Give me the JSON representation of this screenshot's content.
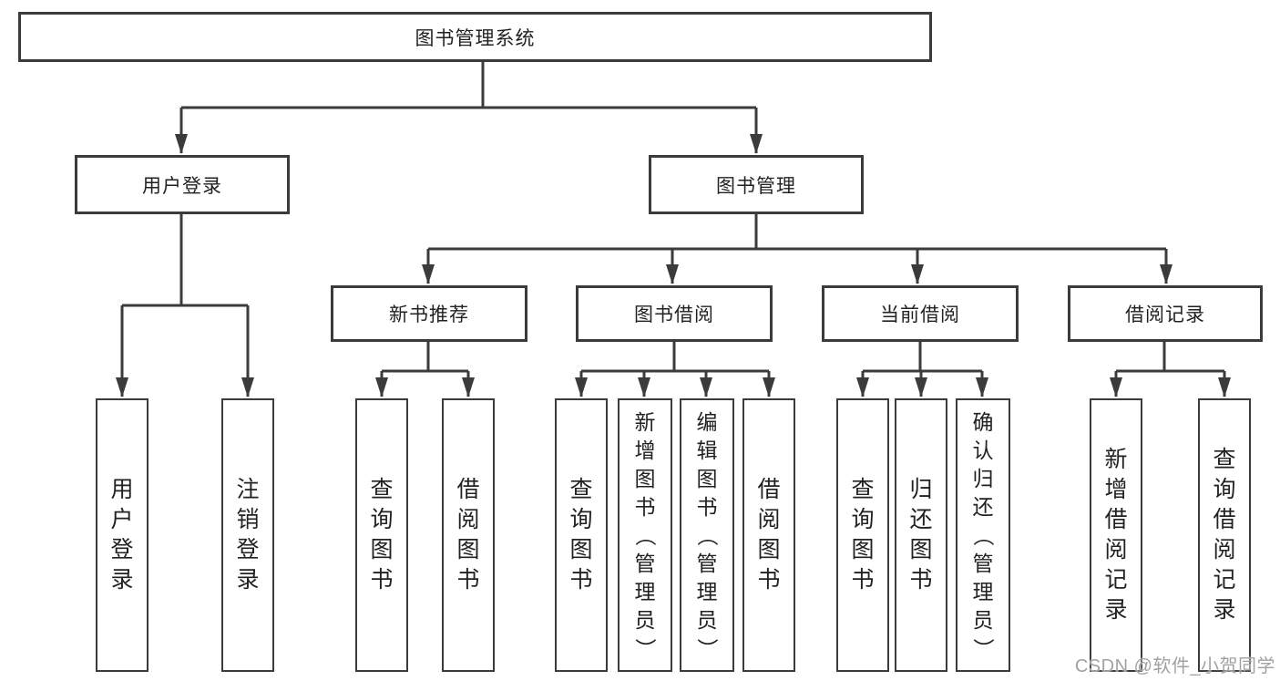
{
  "root": {
    "label": "图书管理系统"
  },
  "level2": [
    {
      "label": "用户登录"
    },
    {
      "label": "图书管理"
    }
  ],
  "level3": [
    {
      "label": "新书推荐"
    },
    {
      "label": "图书借阅"
    },
    {
      "label": "当前借阅"
    },
    {
      "label": "借阅记录"
    }
  ],
  "leaves": [
    {
      "label": "用户登录"
    },
    {
      "label": "注销登录"
    },
    {
      "label": "查询图书"
    },
    {
      "label": "借阅图书"
    },
    {
      "label": "查询图书"
    },
    {
      "label": "新增图书（管理员）"
    },
    {
      "label": "编辑图书（管理员）"
    },
    {
      "label": "借阅图书"
    },
    {
      "label": "查询图书"
    },
    {
      "label": "归还图书"
    },
    {
      "label": "确认归还（管理员）"
    },
    {
      "label": "新增借阅记录"
    },
    {
      "label": "查询借阅记录"
    }
  ],
  "watermark": {
    "text": "CSDN @软件_小贺同学"
  },
  "colors": {
    "line": "#3b3b3b",
    "text": "#222222",
    "watermark": "#a2a2a2",
    "background": "#ffffff"
  }
}
